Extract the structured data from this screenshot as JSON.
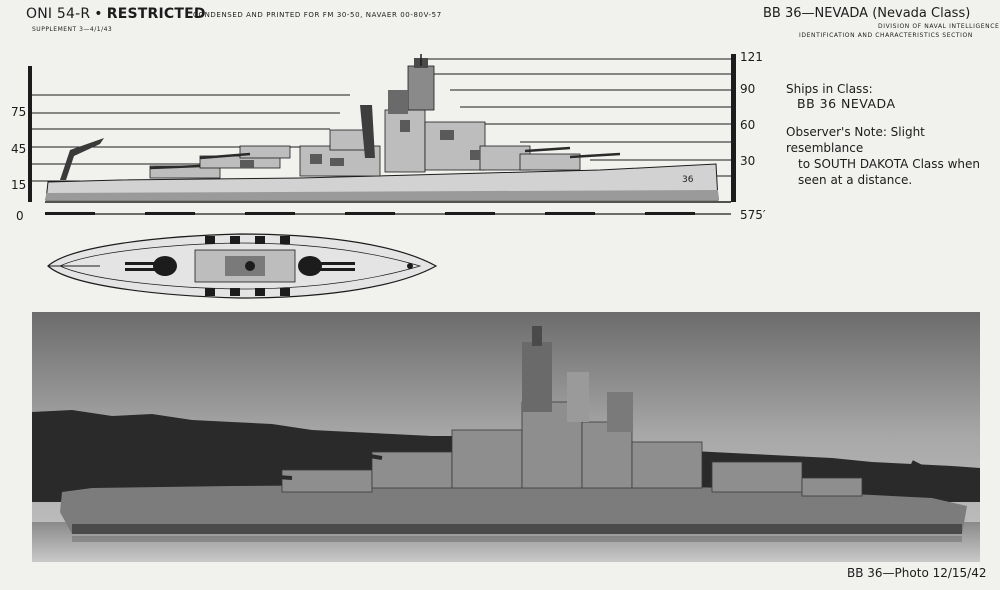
{
  "header": {
    "left_title": "ONI 54-R",
    "left_restricted": "RESTRICTED",
    "left_small": "CONDENSED AND PRINTED FOR FM 30-50, NAVAER 00-80V-57",
    "supplement": "SUPPLEMENT 3—4/1/43",
    "right_title": "BB 36—NEVADA (Nevada Class)",
    "division_line1": "DIVISION OF NAVAL INTELLIGENCE",
    "division_line2": "IDENTIFICATION AND CHARACTERISTICS SECTION"
  },
  "scale": {
    "left_ticks": [
      "75",
      "45",
      "15",
      "0"
    ],
    "right_ticks": [
      "121",
      "90",
      "60",
      "30"
    ],
    "length_label": "575′"
  },
  "info": {
    "ships_label": "Ships in Class:",
    "ships_value": "BB 36 NEVADA",
    "note_line1": "Observer's Note: Slight resemblance",
    "note_line2": "to SOUTH DAKOTA Class when",
    "note_line3": "seen at a distance."
  },
  "photo": {
    "caption": "BB 36—Photo 12/15/42"
  },
  "colors": {
    "paper": "#f1f1ee",
    "ink": "#1c1c1c",
    "hull_light": "#cfcfcf",
    "hull_dark": "#6e6e6e"
  }
}
